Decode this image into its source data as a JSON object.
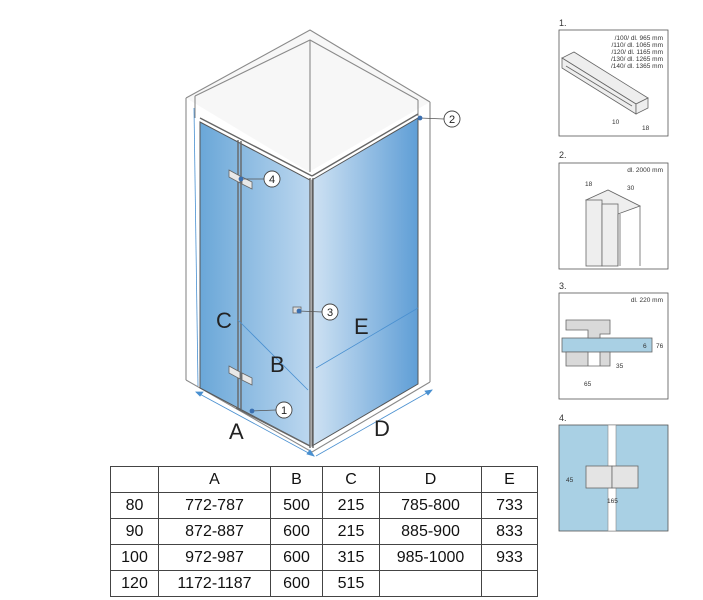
{
  "diagram": {
    "callouts": [
      "1",
      "2",
      "3",
      "4"
    ],
    "dimension_letters": {
      "A": "A",
      "B": "B",
      "C": "C",
      "D": "D",
      "E": "E"
    }
  },
  "details": {
    "d1": {
      "number": "1.",
      "lengths": [
        "/100/ dl. 965 mm",
        "/110/ dl. 1065 mm",
        "/120/ dl. 1165 mm",
        "/130/ dl. 1265 mm",
        "/140/ dl. 1365 mm"
      ],
      "dims": [
        "10",
        "18"
      ]
    },
    "d2": {
      "number": "2.",
      "length": "dl. 2000 mm",
      "dims": [
        "18",
        "30"
      ]
    },
    "d3": {
      "number": "3.",
      "length": "dl. 220 mm",
      "dims": [
        "6",
        "76",
        "35",
        "65"
      ]
    },
    "d4": {
      "number": "4.",
      "dims": [
        "45",
        "165"
      ]
    }
  },
  "table": {
    "headers": [
      "",
      "A",
      "B",
      "C",
      "D",
      "E"
    ],
    "rows": [
      [
        "80",
        "772-787",
        "500",
        "215",
        "785-800",
        "733"
      ],
      [
        "90",
        "872-887",
        "600",
        "215",
        "885-900",
        "833"
      ],
      [
        "100",
        "972-987",
        "600",
        "315",
        "985-1000",
        "933"
      ],
      [
        "120",
        "1172-1187",
        "600",
        "515",
        "",
        ""
      ]
    ]
  },
  "colors": {
    "glass": "#7fb6de",
    "glass_light": "#cfe3f2",
    "detail_glass": "#a9d0e4",
    "callout_dot": "#3a6fb0"
  }
}
